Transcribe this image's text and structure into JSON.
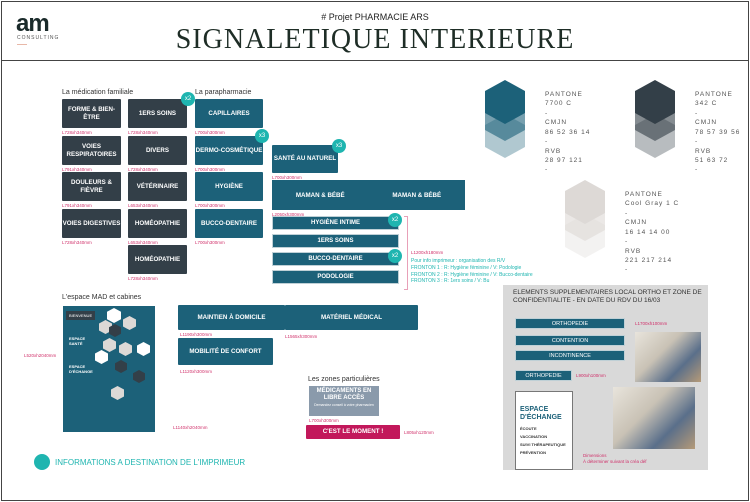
{
  "header": {
    "logo": "am",
    "logo_sub": "CONSULTING",
    "project": "# Projet PHARMACIE ARS",
    "title": "SIGNALETIQUE INTERIEURE"
  },
  "medication": {
    "title": "La médication familiale",
    "col1": [
      {
        "label": "FORME & BIEN-ÊTRE",
        "dim": "L728xh340mm"
      },
      {
        "label": "VOIES RESPIRATOIRES",
        "dim": "L791xh340mm"
      },
      {
        "label": "DOULEURS & FIÈVRE",
        "dim": "L791xh340mm"
      },
      {
        "label": "VOIES DIGESTIVES",
        "dim": "L728xh340mm"
      }
    ],
    "col2": [
      {
        "label": "1ERS SOINS",
        "dim": "L728xh340mm",
        "badge": "x2"
      },
      {
        "label": "DIVERS",
        "dim": "L728xh340mm"
      },
      {
        "label": "VÉTÉRINAIRE",
        "dim": "L653xh340mm"
      },
      {
        "label": "HOMÉOPATHIE",
        "dim": "L653xh340mm"
      },
      {
        "label": "HOMÉOPATHIE",
        "dim": "L728xh340mm"
      }
    ]
  },
  "parapharmacie": {
    "title": "La parapharmacie",
    "items": [
      {
        "label": "CAPILLAIRES",
        "dim": "L700xh300mm"
      },
      {
        "label": "DERMO-COSMÉTIQUE",
        "dim": "L700xh300mm",
        "badge": "x3"
      },
      {
        "label": "HYGIÈNE",
        "dim": "L700xh300mm"
      },
      {
        "label": "BUCCO-DENTAIRE",
        "dim": "L700xh300mm"
      }
    ],
    "sante": {
      "label": "SANTÉ AU NATUREL",
      "dim": "L700xh300mm",
      "badge": "x3"
    },
    "maman": {
      "label": "MAMAN & BÉBÉ",
      "dim": "L2050xh300mm"
    },
    "bars": [
      {
        "label": "HYGIÈNE INTIME",
        "badge": "x2"
      },
      {
        "label": "1ERS SOINS"
      },
      {
        "label": "BUCCO-DENTAIRE",
        "badge": "x2"
      },
      {
        "label": "PODOLOGIE"
      }
    ],
    "bars_dim": "L1200xh180mm",
    "info": [
      "Pour info imprimeur : organisation des R/V",
      "FRONTON 1 : R: Hygiène féminine / V: Podologie",
      "FRONTON 2 : R: Hygiène féminine / V: Bucco-dentaire",
      "FRONTON 3 : R: 1ers soins / V: Bu"
    ]
  },
  "pantones": [
    {
      "name": "PANTONE",
      "ref": "7700 C",
      "cmjn_label": "CMJN",
      "cmjn": "86 52 36 14",
      "rvb_label": "RVB",
      "rvb": "28 97 121",
      "color": "#1c6179"
    },
    {
      "name": "PANTONE",
      "ref": "342 C",
      "cmjn_label": "CMJN",
      "cmjn": "78 57 39 56",
      "rvb_label": "RVB",
      "rvb": "51 63 72",
      "color": "#333f48"
    },
    {
      "name": "PANTONE",
      "ref": "Cool Gray 1 C",
      "cmjn_label": "CMJN",
      "cmjn": "16 14 14 00",
      "rvb_label": "RVB",
      "rvb": "221 217 214",
      "color": "#ddd9d6"
    }
  ],
  "mad": {
    "title": "L'espace MAD et cabines",
    "panel_dim_left": "L520xh2040mm",
    "panel_dim_right": "L1140xh2040mm",
    "panel": {
      "welcome": "BIENVENUE",
      "s1": "ESPACE SANTÉ",
      "s2": "ESPACE D'ÉCHANGE"
    },
    "maintien": {
      "label": "MAINTIEN À DOMICILE",
      "dim": "L1190xh300mm"
    },
    "materiel": {
      "label": "MATÉRIEL MÉDICAL",
      "dim": "L1565xh300mm"
    },
    "mobilite": {
      "label": "MOBILITÉ DE CONFORT",
      "dim": "L1120xh300mm"
    }
  },
  "zones": {
    "title": "Les zones particulières",
    "medicaments": "MÉDICAMENTS EN LIBRE ACCÈS",
    "medicaments_sub": "Demandez conseil à votre pharmacien",
    "medicaments_dim": "L700xh300mm",
    "moment": "C'EST LE MOMENT !",
    "moment_dim": "L805xh120mm"
  },
  "ortho": {
    "title": "ELEMENTS SUPPLEMENTAIRES LOCAL ORTHO ET ZONE DE CONFIDENTIALITE - EN DATE DU RDV DU 16/03",
    "bars": [
      "ORTHOPEDIE",
      "CONTENTION",
      "INCONTINENCE"
    ],
    "bars_dim": "L1700xh100mm",
    "single": "ORTHOPEDIE",
    "single_dim": "L900xh100mm",
    "espace_title": "ESPACE D'ÉCHANGE",
    "espace_items": [
      "ÉCOUTE",
      "VACCINATION",
      "SUIVI THÉRAPEUTIQUE",
      "PRÉVENTION"
    ],
    "note": "Dimensions",
    "note2": "À déterminer suivant la créa déf"
  },
  "footer": {
    "label": "INFORMATIONS A DESTINATION DE L'IMPRIMEUR",
    "color": "#1fb5b0"
  }
}
